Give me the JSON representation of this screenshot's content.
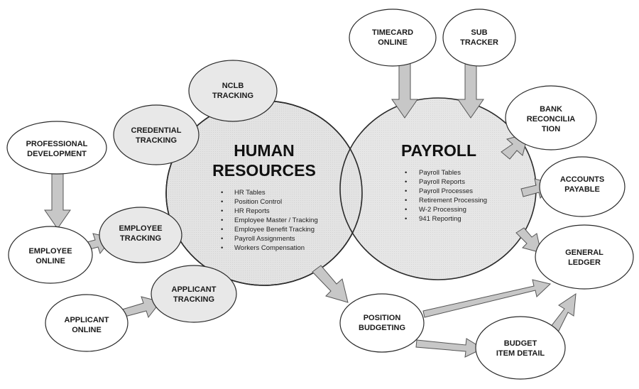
{
  "hubs": {
    "hr": {
      "title_line1": "HUMAN",
      "title_line2": "RESOURCES",
      "items": [
        "HR Tables",
        "Position Control",
        "HR Reports",
        "Employee Master / Tracking",
        "Employee Benefit Tracking",
        "Payroll Assignments",
        "Workers Compensation"
      ]
    },
    "payroll": {
      "title": "PAYROLL",
      "items": [
        "Payroll Tables",
        "Payroll Reports",
        "Payroll Processes",
        "Retirement Processing",
        "W-2 Processing",
        "941 Reporting"
      ]
    }
  },
  "nodes": {
    "timecard_online": [
      "TIMECARD",
      "ONLINE"
    ],
    "sub_tracker": [
      "SUB",
      "TRACKER"
    ],
    "nclb_tracking": [
      "NCLB",
      "TRACKING"
    ],
    "credential_tracking": [
      "CREDENTIAL",
      "TRACKING"
    ],
    "professional_development": [
      "PROFESSIONAL",
      "DEVELOPMENT"
    ],
    "employee_tracking": [
      "EMPLOYEE",
      "TRACKING"
    ],
    "employee_online": [
      "EMPLOYEE",
      "ONLINE"
    ],
    "applicant_tracking": [
      "APPLICANT",
      "TRACKING"
    ],
    "applicant_online": [
      "APPLICANT",
      "ONLINE"
    ],
    "bank_reconciliation": [
      "BANK",
      "RECONCILIA",
      "TION"
    ],
    "accounts_payable": [
      "ACCOUNTS",
      "PAYABLE"
    ],
    "general_ledger": [
      "GENERAL",
      "LEDGER"
    ],
    "position_budgeting": [
      "POSITION",
      "BUDGETING"
    ],
    "budget_item_detail": [
      "BUDGET",
      "ITEM DETAIL"
    ]
  }
}
